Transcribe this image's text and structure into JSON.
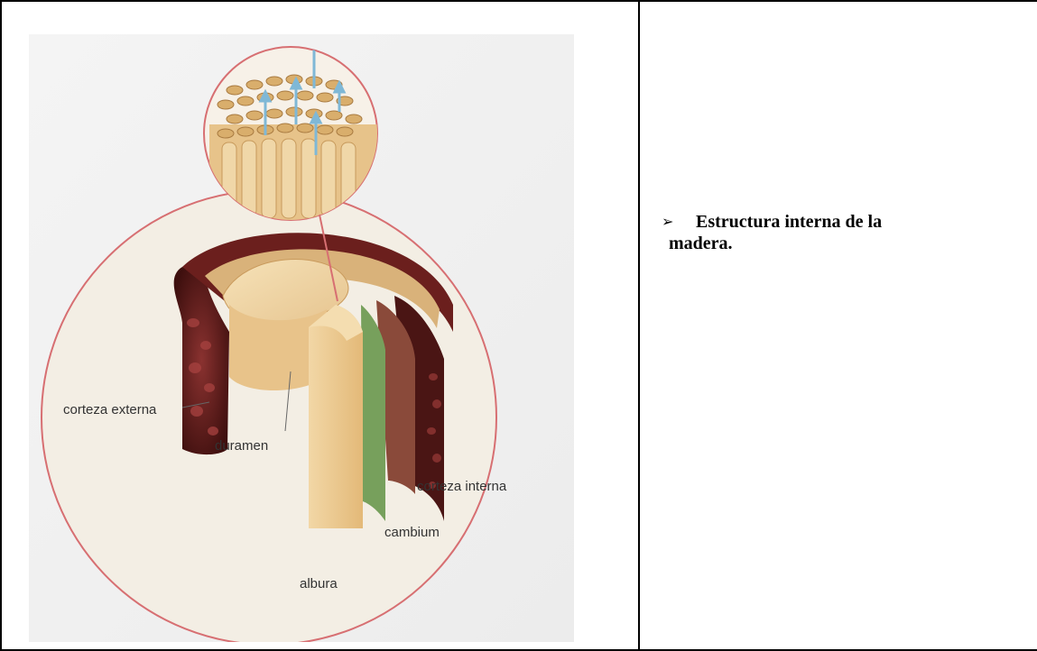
{
  "bullet": {
    "icon": "arrowhead-bullet-icon",
    "glyph": "➢",
    "line1": "Estructura interna de la",
    "line2": "madera."
  },
  "labels": {
    "corteza_externa": "corteza externa",
    "duramen": "duramen",
    "corteza_interna": "corteza interna",
    "cambium": "cambium",
    "albura": "albura"
  },
  "colors": {
    "outline": "#d76f72",
    "wood_light": "#ebc68c",
    "bark_dark": "#5a1a18",
    "cambium_green": "#77a05c",
    "cell_water": "#7fb8d6"
  }
}
